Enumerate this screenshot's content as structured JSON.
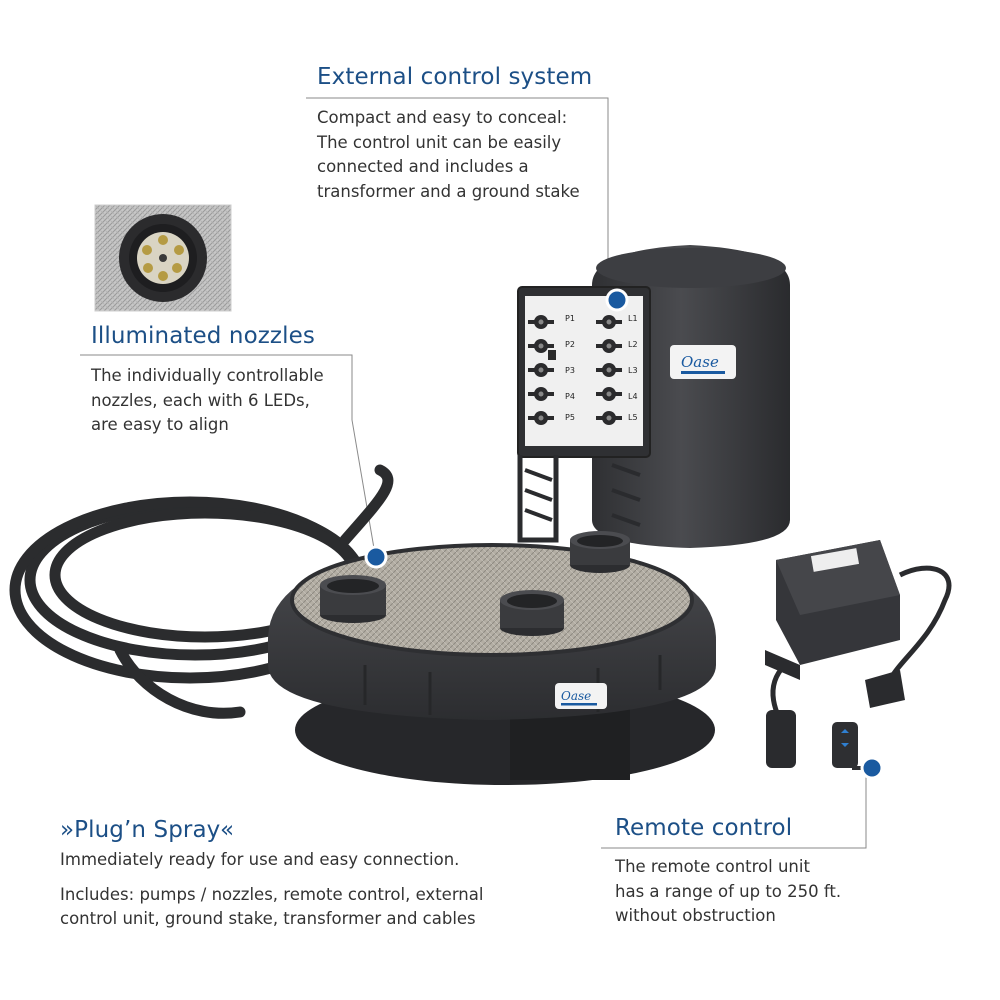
{
  "callouts": {
    "external": {
      "title": "External control system",
      "lines": [
        "Compact and easy to conceal:",
        "The control unit can be easily",
        "connected and includes a",
        "transformer and a ground stake"
      ]
    },
    "nozzles": {
      "title": "Illuminated nozzles",
      "lines": [
        "The individually controllable",
        "nozzles, each with 6 LEDs,",
        "are easy to align"
      ]
    },
    "plug": {
      "title": "»Plug’n Spray«",
      "line1": "Immediately ready for use and easy connection.",
      "lines2": [
        "Includes: pumps / nozzles, remote control, external",
        "control unit, ground stake, transformer and cables"
      ]
    },
    "remote": {
      "title": "Remote control",
      "lines": [
        "The remote control unit",
        "has a range of up to 250 ft.",
        "without obstruction"
      ]
    }
  },
  "labels": {
    "control_ports": [
      "P1",
      "P2",
      "P3",
      "P4",
      "P5",
      "L1",
      "L2",
      "L3",
      "L4",
      "L5"
    ],
    "brand": "Oase"
  },
  "colors": {
    "accent": "#1c4f86",
    "marker": "#1a5aa0",
    "product_dark": "#3a3b3e",
    "mesh": "#a9a49b"
  }
}
